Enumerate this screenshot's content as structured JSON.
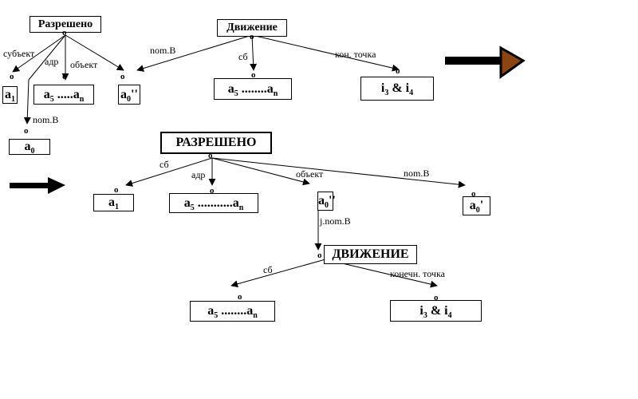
{
  "top_left": {
    "root": "Разрешено",
    "edge_subject": "субъект",
    "edge_addr": "адр",
    "edge_object": "объект",
    "edge_nomv": "nom.B",
    "box_a1": {
      "base": "a",
      "sub": "1"
    },
    "box_a5n": {
      "base": "a",
      "sub": "5",
      "dots": " .....",
      "base2": "a",
      "sub2": "n"
    },
    "box_a0pp": {
      "base": "a",
      "sub": "0",
      "mark": "''"
    },
    "box_a0": {
      "base": "a",
      "sub": "0"
    }
  },
  "top_right": {
    "root": "Движение",
    "edge_nomv": "nom.B",
    "edge_sb": "сб",
    "edge_endpoint": "кон. точка",
    "box_a5n": {
      "base": "a",
      "sub": "5",
      "dots": " ........",
      "base2": "a",
      "sub2": "n"
    },
    "box_i3i4": {
      "base": "i",
      "sub": "3",
      "amp": " & ",
      "base2": "i",
      "sub2": "4"
    }
  },
  "bottom": {
    "root": "РАЗРЕШЕНО",
    "edge_sb": "сб",
    "edge_addr": "адр",
    "edge_object": "объект",
    "edge_nomv": "nom.B",
    "edge_jnomv": "j.nom.B",
    "box_a1": {
      "base": "a",
      "sub": "1"
    },
    "box_a5n": {
      "base": "a",
      "sub": "5",
      "dots": " ...........",
      "base2": "a",
      "sub2": "n"
    },
    "box_a0pp": {
      "base": "a",
      "sub": "0",
      "mark": "''"
    },
    "box_a0p": {
      "base": "a",
      "sub": "0",
      "mark": "'"
    },
    "sub_root": "ДВИЖЕНИЕ",
    "sub_edge_sb": "сб",
    "sub_edge_endpoint": "конечн. точка",
    "sub_box_a5n": {
      "base": "a",
      "sub": "5",
      "dots": " ........",
      "base2": "a",
      "sub2": "n"
    },
    "sub_box_i3i4": {
      "base": "i",
      "sub": "3",
      "amp": " & ",
      "base2": "i",
      "sub2": "4"
    }
  },
  "node_marker": "o",
  "colors": {
    "ink": "#000000",
    "arrow_brown": "#8B4513"
  }
}
